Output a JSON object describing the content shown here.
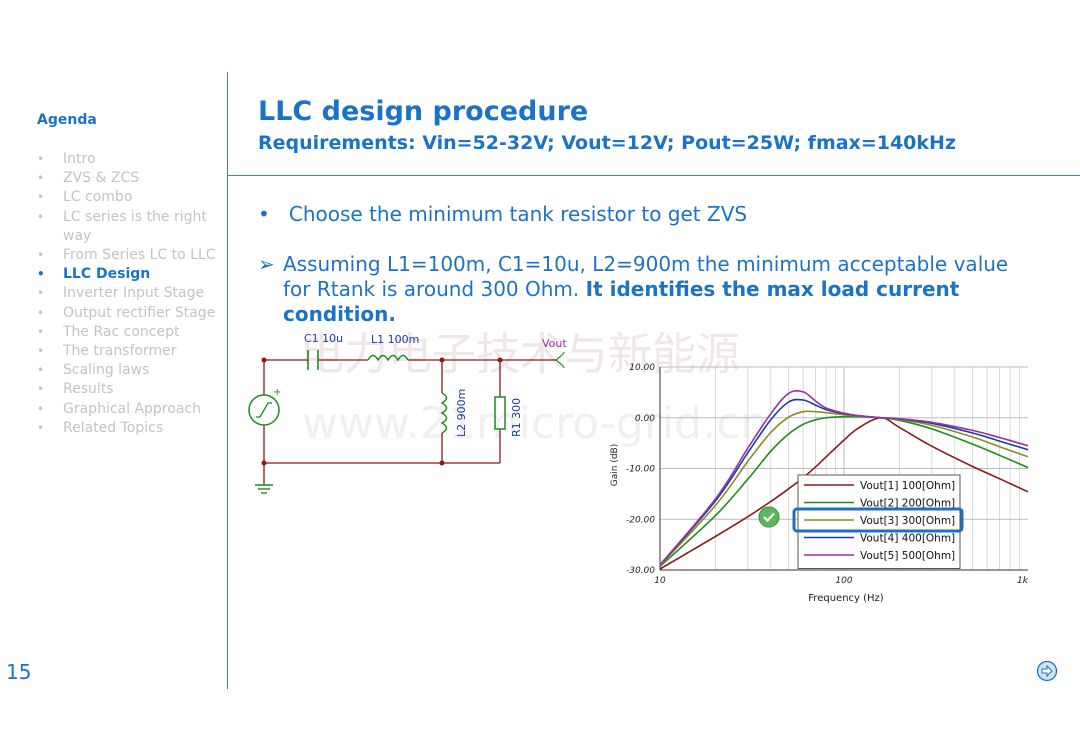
{
  "agenda": {
    "title": "Agenda",
    "items": [
      {
        "label": "Intro",
        "active": false
      },
      {
        "label": "ZVS & ZCS",
        "active": false
      },
      {
        "label": "LC combo",
        "active": false
      },
      {
        "label": "LC series is the right way",
        "active": false
      },
      {
        "label": "From Series LC to LLC",
        "active": false
      },
      {
        "label": "LLC Design",
        "active": true
      },
      {
        "label": "Inverter Input Stage",
        "active": false
      },
      {
        "label": "Output rectifier Stage",
        "active": false
      },
      {
        "label": "The Rac concept",
        "active": false
      },
      {
        "label": "The transformer",
        "active": false
      },
      {
        "label": "Scaling laws",
        "active": false
      },
      {
        "label": "Results",
        "active": false
      },
      {
        "label": "Graphical Approach",
        "active": false
      },
      {
        "label": "Related Topics",
        "active": false
      }
    ]
  },
  "slide": {
    "title": "LLC design procedure",
    "subtitle": "Requirements: Vin=52-32V; Vout=12V; Pout=25W; fmax=140kHz",
    "bullet1": "Choose the minimum tank resistor to get ZVS",
    "bullet2_marker": "➢",
    "bullet2_text": "Assuming L1=100m, C1=10u, L2=900m the minimum acceptable value for Rtank is around 300 Ohm. ",
    "bullet2_bold": "It identifies the max load current condition.",
    "page_number": "15"
  },
  "watermark": {
    "line1": "电力电子技术与新能源",
    "line2": "www.21micro-grid.cn"
  },
  "schematic": {
    "c1_label": "C1 10u",
    "l1_label": "L1 100m",
    "vout_label": "Vout",
    "l2_label": "L2 900m",
    "r1_label": "R1 300",
    "source_plus": "+"
  },
  "chart_data": {
    "type": "line",
    "title": "",
    "xlabel": "Frequency (Hz)",
    "ylabel": "Gain (dB)",
    "x_scale": "log",
    "xlim": [
      10,
      1000
    ],
    "ylim": [
      -30,
      10
    ],
    "x_tick_labels": [
      "10",
      "100",
      "1k"
    ],
    "y_tick_labels": [
      "10.00",
      "0.00",
      "-10.00",
      "-20.00",
      "-30.00"
    ],
    "grid": true,
    "legend_position": "bottom-right",
    "highlighted_series": "Vout[3] 300[Ohm]",
    "x": [
      10,
      20,
      30,
      40,
      50,
      60,
      70,
      80,
      100,
      120,
      159,
      200,
      300,
      500,
      700,
      1000
    ],
    "series": [
      {
        "name": "Vout[1] 100[Ohm]",
        "color": "#8b1a1a",
        "values": [
          -29.8,
          -23.4,
          -19.5,
          -16.5,
          -14.0,
          -11.8,
          -9.7,
          -7.7,
          -4.4,
          -2.0,
          0.0,
          -1.9,
          -5.6,
          -9.6,
          -12.0,
          -14.6
        ]
      },
      {
        "name": "Vout[2] 200[Ohm]",
        "color": "#1e8c1e",
        "values": [
          -29.3,
          -19.3,
          -12.1,
          -6.6,
          -3.2,
          -1.3,
          -0.4,
          0.0,
          0.2,
          0.2,
          0.0,
          -0.5,
          -2.2,
          -5.2,
          -7.4,
          -9.8
        ]
      },
      {
        "name": "Vout[3] 300[Ohm]",
        "color": "#8c8c1e",
        "values": [
          -29.1,
          -17.3,
          -8.6,
          -2.9,
          0.1,
          1.2,
          1.2,
          1.0,
          0.6,
          0.3,
          0.0,
          -0.3,
          -1.5,
          -3.8,
          -5.7,
          -7.7
        ]
      },
      {
        "name": "Vout[4] 400[Ohm]",
        "color": "#1e3ca0",
        "values": [
          -29.0,
          -16.4,
          -6.9,
          -0.4,
          3.1,
          3.5,
          2.5,
          1.6,
          0.8,
          0.4,
          0.0,
          -0.2,
          -1.1,
          -3.0,
          -4.6,
          -6.3
        ]
      },
      {
        "name": "Vout[5] 500[Ohm]",
        "color": "#9b2fae",
        "values": [
          -29.0,
          -16.0,
          -6.0,
          0.8,
          4.8,
          5.1,
          3.3,
          1.9,
          0.9,
          0.4,
          0.0,
          -0.2,
          -0.9,
          -2.5,
          -3.9,
          -5.5
        ]
      }
    ]
  }
}
